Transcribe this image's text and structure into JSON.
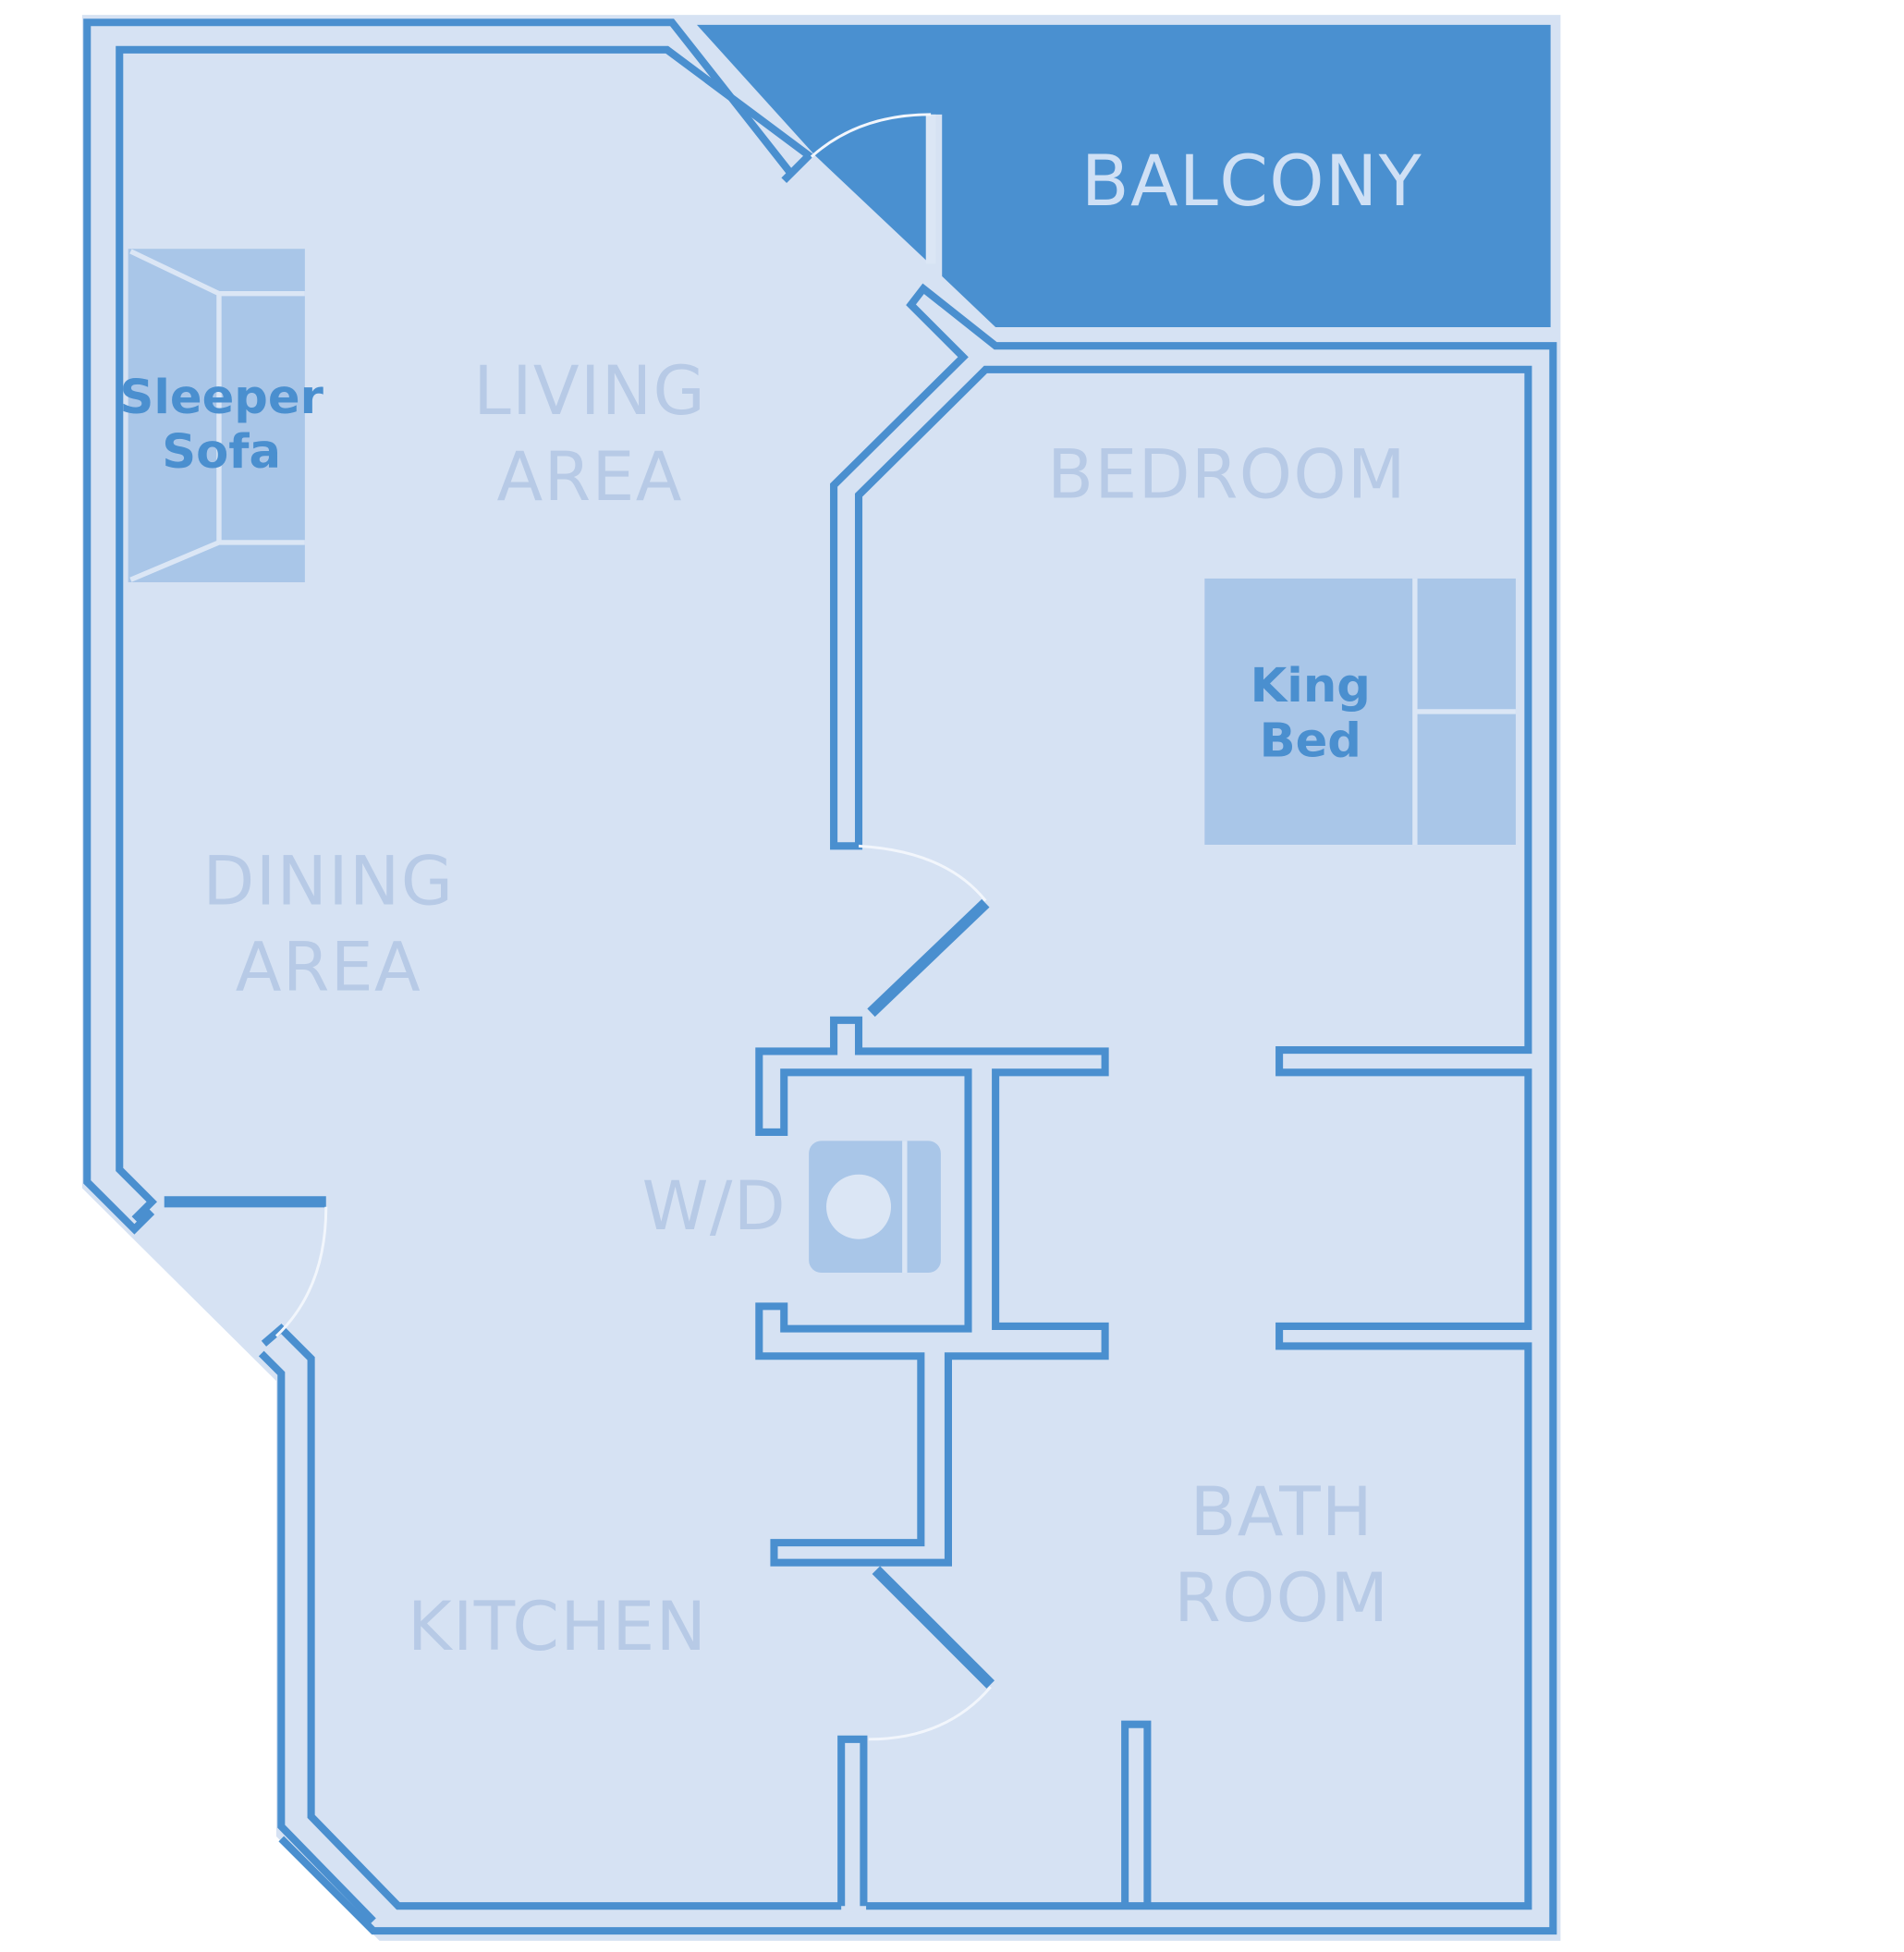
{
  "floorplan": {
    "rooms": {
      "balcony": "BALCONY",
      "living_line1": "LIVING",
      "living_line2": "AREA",
      "bedroom": "BEDROOM",
      "dining_line1": "DINING",
      "dining_line2": "AREA",
      "wd": "W/D",
      "kitchen": "KITCHEN",
      "bath_line1": "BATH",
      "bath_line2": "ROOM"
    },
    "furniture": {
      "sofa_line1": "Sleeper",
      "sofa_line2": "Sofa",
      "bed_line1": "King",
      "bed_line2": "Bed",
      "washer_dryer_icon": "washer-dryer-icon"
    },
    "colors": {
      "background": "#ffffff",
      "floor": "#d6e2f3",
      "wall": "#4a8fcf",
      "balcony": "#4a90d0",
      "furniture": "#a9c6e8",
      "room_label": "#b7cae6",
      "furniture_label": "#4a8fcf"
    }
  }
}
